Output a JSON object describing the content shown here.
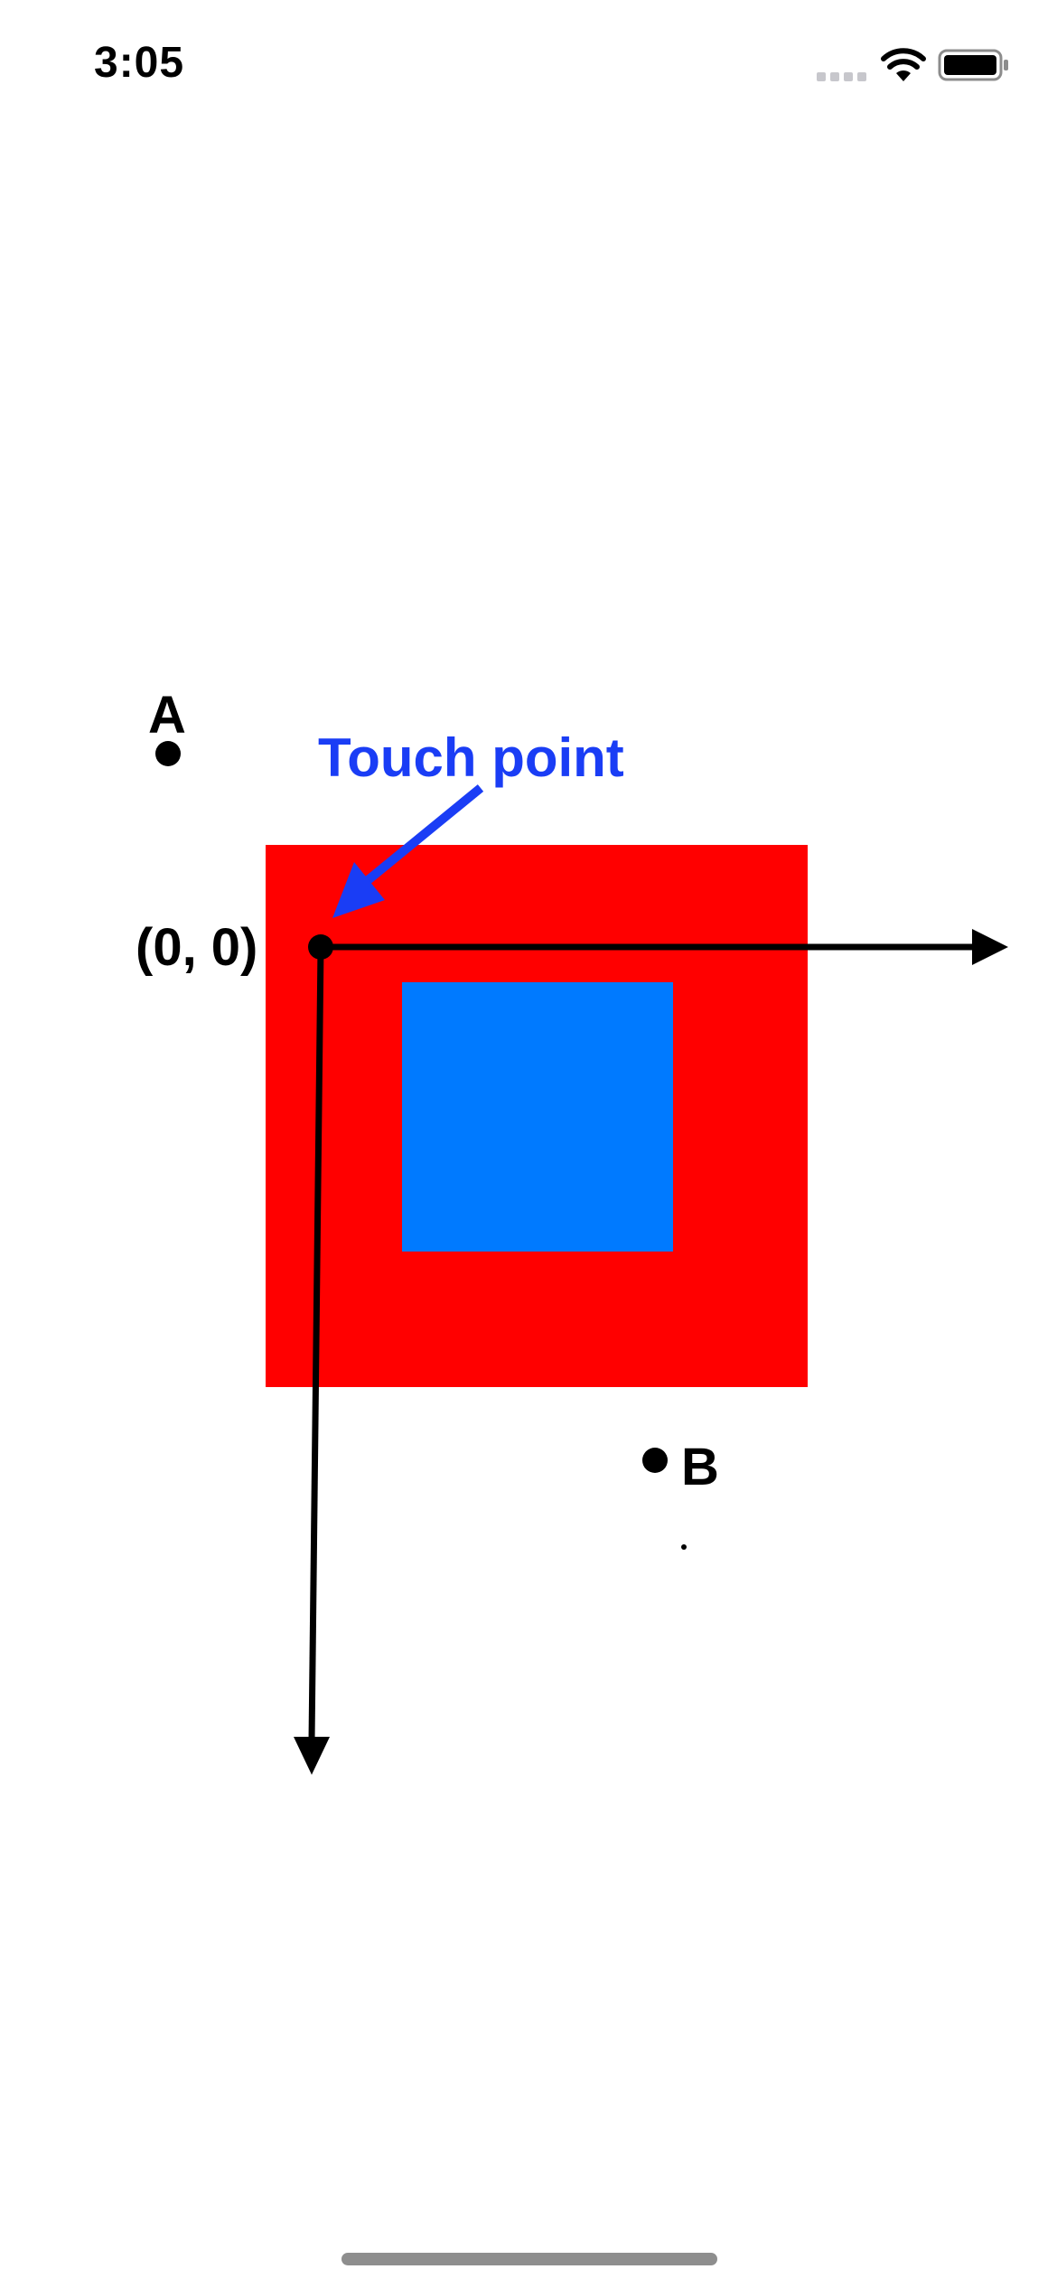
{
  "status_bar": {
    "time": "3:05",
    "icons": [
      "signal-icon",
      "wifi-icon",
      "battery-icon"
    ]
  },
  "diagram": {
    "point_a_label": "A",
    "point_b_label": "B",
    "origin_label": "(0, 0)",
    "touch_label": "Touch point",
    "colors": {
      "outer_square": "#ff0000",
      "inner_square": "#007aff",
      "annotation": "#1a3df5",
      "axes": "#000000"
    }
  }
}
